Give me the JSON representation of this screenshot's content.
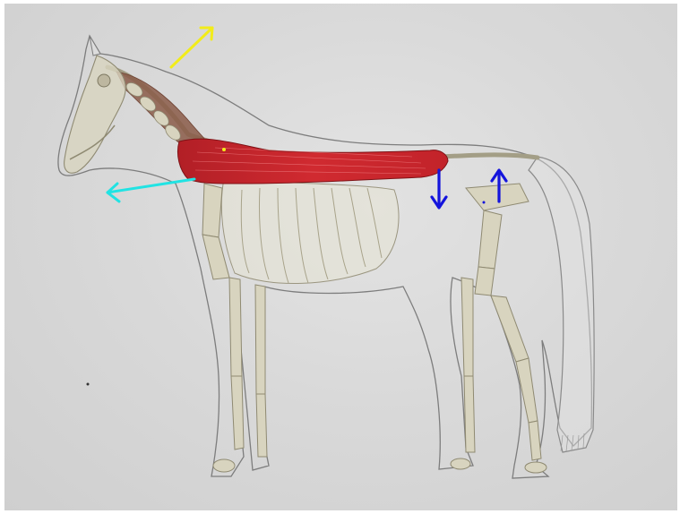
{
  "colors": {
    "paper": "#d9d9d9",
    "outline": "#7a7a7a",
    "bone": "#d8d4bf",
    "bone_stroke": "#8f8a72",
    "neck_muscle": "#8a5a48",
    "trunk_muscle": "#c8242b",
    "yellow_arrow": "#f2ec1a",
    "cyan_arrow": "#21e3e3",
    "blue_arrow": "#1414dc"
  },
  "arrows": [
    {
      "name": "yellow-arrow",
      "color": "yellow",
      "direction": "up-right"
    },
    {
      "name": "cyan-arrow",
      "color": "cyan",
      "direction": "left"
    },
    {
      "name": "blue-arrow-down",
      "color": "blue",
      "direction": "down"
    },
    {
      "name": "blue-arrow-up",
      "color": "blue",
      "direction": "up"
    }
  ]
}
